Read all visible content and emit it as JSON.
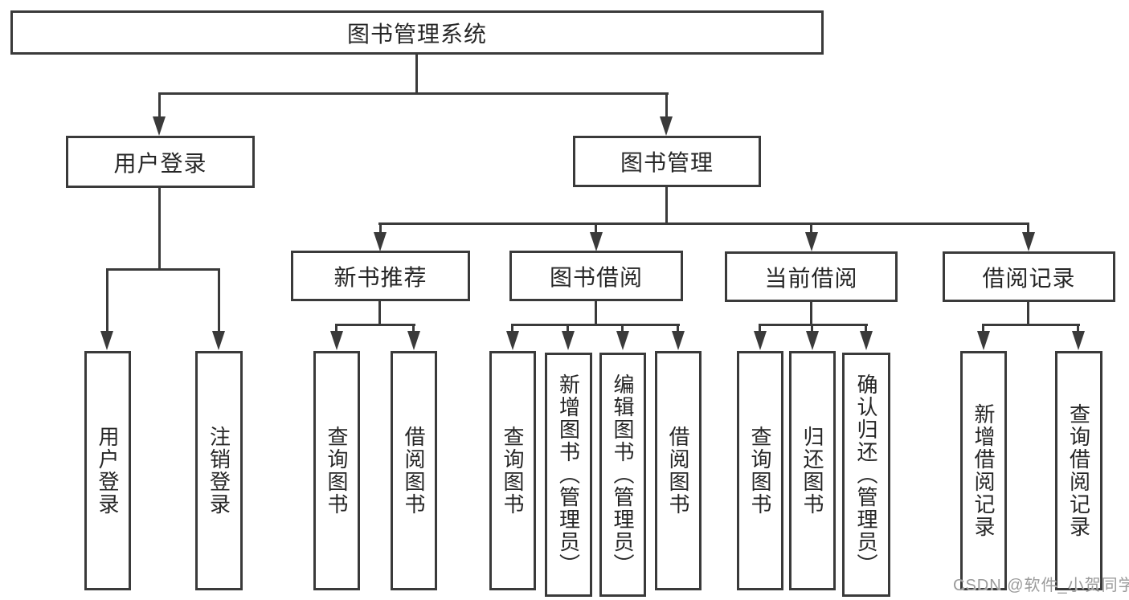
{
  "diagram": {
    "root": {
      "label": "图书管理系统"
    },
    "level2": [
      {
        "label": "用户登录"
      },
      {
        "label": "图书管理"
      }
    ],
    "level3": [
      {
        "label": "新书推荐"
      },
      {
        "label": "图书借阅"
      },
      {
        "label": "当前借阅"
      },
      {
        "label": "借阅记录"
      }
    ],
    "leaves": {
      "user_login": [
        "用户登录",
        "注销登录"
      ],
      "new_book": [
        "查询图书",
        "借阅图书"
      ],
      "book_borrow": [
        "查询图书",
        "新增图书（管理员）",
        "编辑图书（管理员）",
        "借阅图书"
      ],
      "current_borrow": [
        "查询图书",
        "归还图书",
        "确认归还（管理员）"
      ],
      "borrow_records": [
        "新增借阅记录",
        "查询借阅记录"
      ]
    }
  },
  "watermark": {
    "text": "CSDN @软件_小贺同学"
  },
  "colors": {
    "line": "#3a3a3a",
    "text": "#262626",
    "watermark": "#9b9b9b",
    "background": "#ffffff"
  }
}
